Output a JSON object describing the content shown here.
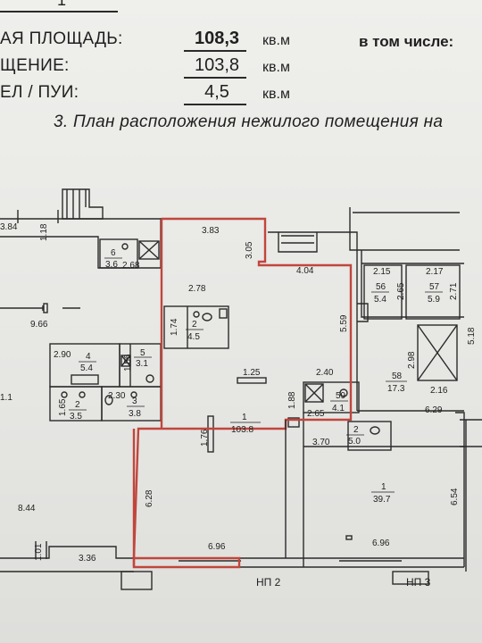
{
  "header": {
    "top_digit": "1",
    "row1": {
      "label": "АЯ ПЛОЩАДЬ:",
      "value": "108,3",
      "unit": "кв.м",
      "extra": "в том числе:"
    },
    "row2": {
      "label": "ЩЕНИЕ:",
      "value": "103,8",
      "unit": "кв.м"
    },
    "row3": {
      "label": "ЕЛ / ПУИ:",
      "value": "4,5",
      "unit": "кв.м"
    }
  },
  "section_title": "3. План расположения нежилого помещения на",
  "plan": {
    "dims": {
      "d_384": "3.84",
      "d_118": "1.18",
      "d_383": "3.83",
      "d_305": "3.05",
      "d_268": "2.68",
      "d_278": "2.78",
      "d_404": "4.04",
      "d_174": "1.74",
      "d_966": "9.66",
      "d_559": "5.59",
      "d_215": "2.15",
      "d_265": "2.65",
      "d_217": "2.17",
      "d_271": "2.71",
      "d_518": "5.18",
      "d_290": "2.90",
      "d_186": "1.86",
      "d_125": "1.25",
      "d_240": "2.40",
      "d_298": "2.98",
      "d_11": "1.1",
      "d_230": "2.30",
      "d_165": "1.65",
      "d_188": "1.88",
      "d_265b": "2.65",
      "d_216": "2.16",
      "d_629": "6.29",
      "d_176": "1.76",
      "d_370": "3.70",
      "d_628": "6.28",
      "d_654": "6.54",
      "d_844": "8.44",
      "d_101": "1.01",
      "d_336": "3.36",
      "d_696a": "6.96",
      "d_696b": "6.96"
    },
    "rooms": {
      "r6": {
        "num": "6",
        "area": "3.6"
      },
      "r2a": {
        "num": "2",
        "area": "4.5"
      },
      "r56": {
        "num": "56",
        "area": "5.4"
      },
      "r57": {
        "num": "57",
        "area": "5.9"
      },
      "r4": {
        "num": "4",
        "area": "5.4"
      },
      "r5": {
        "num": "5",
        "area": "3.1"
      },
      "r58": {
        "num": "58",
        "area": "17.3"
      },
      "r59": {
        "num": "59",
        "area": "4.1"
      },
      "r3": {
        "num": "3",
        "area": "3.8"
      },
      "r2b": {
        "num": "2",
        "area": "3.5"
      },
      "r1a": {
        "num": "1",
        "area": "103.8"
      },
      "r2c": {
        "num": "2",
        "area": "5.0"
      },
      "r1b": {
        "num": "1",
        "area": "39.7"
      }
    },
    "labels": {
      "np2": "НП 2",
      "np3": "НП 3"
    }
  }
}
